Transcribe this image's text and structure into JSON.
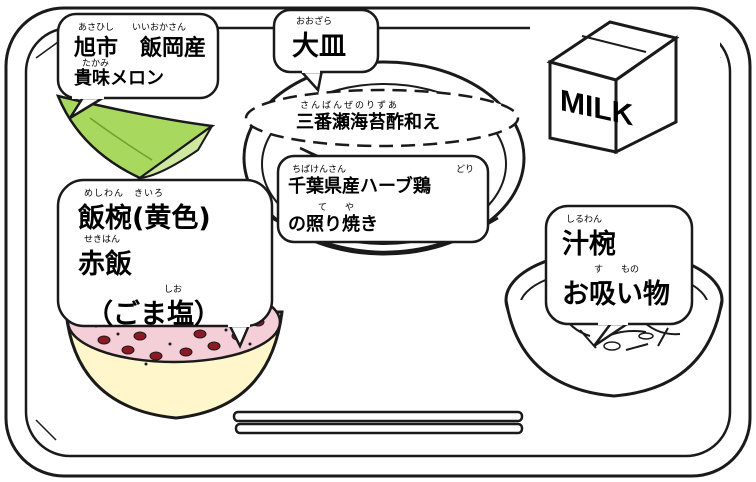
{
  "colors": {
    "outline": "#1a1a1a",
    "tray": "#ffffff",
    "melon_flesh": "#a8d85e",
    "melon_rind": "#cfe8a0",
    "rice_bowl": "#fff6cc",
    "sekihan": "#f4cfd8",
    "azuki": "#8b1a24"
  },
  "labels": {
    "melon": {
      "ruby_asahi": "あさひし",
      "ruby_iioka": "いいおかさん",
      "line1": "旭市　飯岡産",
      "ruby_takami": "たかみ",
      "line2": "貴味メロン"
    },
    "plate": {
      "ruby": "おおざら",
      "line1": "大皿"
    },
    "salad": {
      "ruby": "さんばんぜのりずあ",
      "line1": "三番瀬海苔酢和え"
    },
    "chicken": {
      "ruby1": "ちばけんさん",
      "ruby1b": "どり",
      "line1": "千葉県産ハーブ鶏",
      "ruby2": "て　　や",
      "line2": "の照り焼き"
    },
    "rice": {
      "ruby1": "めしわん　きいろ",
      "line1": "飯椀(黄色)",
      "ruby2": "せきはん",
      "line2": "赤飯",
      "ruby3": "しお",
      "line3": "（ごま塩）"
    },
    "soup": {
      "ruby1": "しるわん",
      "line1": "汁椀",
      "ruby2": "す　　もの",
      "line2": "お吸い物"
    },
    "milk": {
      "text": "MILK"
    }
  }
}
